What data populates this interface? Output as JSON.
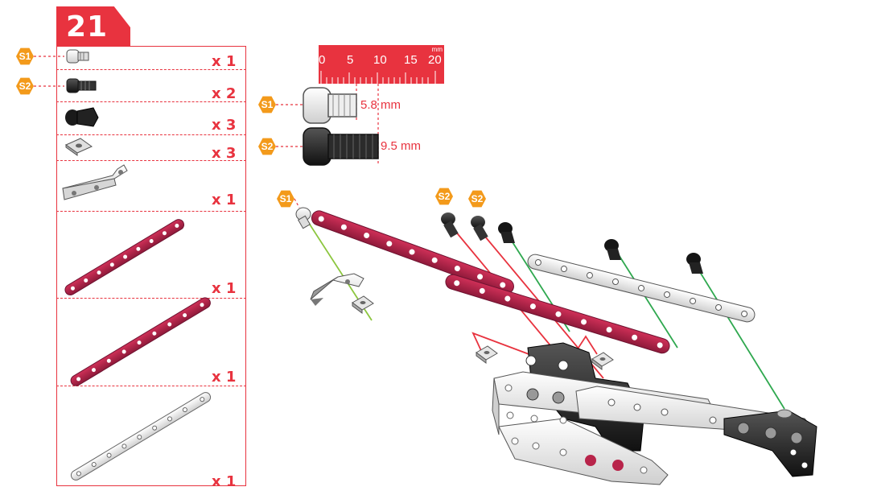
{
  "step": {
    "number": "21"
  },
  "parts_list": [
    {
      "part": "screw-s1",
      "label": "S1",
      "qty": "x 1"
    },
    {
      "part": "screw-s2",
      "label": "S2",
      "qty": "x 2"
    },
    {
      "part": "plastic-rivet",
      "qty": "x 3"
    },
    {
      "part": "square-nut",
      "qty": "x 3"
    },
    {
      "part": "angle-bracket",
      "qty": "x 1"
    },
    {
      "part": "red-strip-9-hole",
      "qty": "x 1"
    },
    {
      "part": "red-strip-9-hole",
      "qty": "x 1"
    },
    {
      "part": "white-strip-9-hole",
      "qty": "x 1"
    }
  ],
  "ruler": {
    "unit": "mm",
    "ticks": [
      "0",
      "5",
      "10",
      "15",
      "20"
    ]
  },
  "screws": {
    "s1": {
      "label": "S1",
      "length": "5.8 mm"
    },
    "s2": {
      "label": "S2",
      "length": "9.5 mm"
    }
  },
  "assembly_labels": {
    "s1": "S1",
    "s2a": "S2",
    "s2b": "S2"
  },
  "colors": {
    "accent_red": "#e8333f",
    "hex_orange": "#f39a1b",
    "guide_green": "#2fa84f",
    "guide_lime": "#8cc63f",
    "strip_red": "#b8244a",
    "metal_white": "#f2f2f2"
  }
}
